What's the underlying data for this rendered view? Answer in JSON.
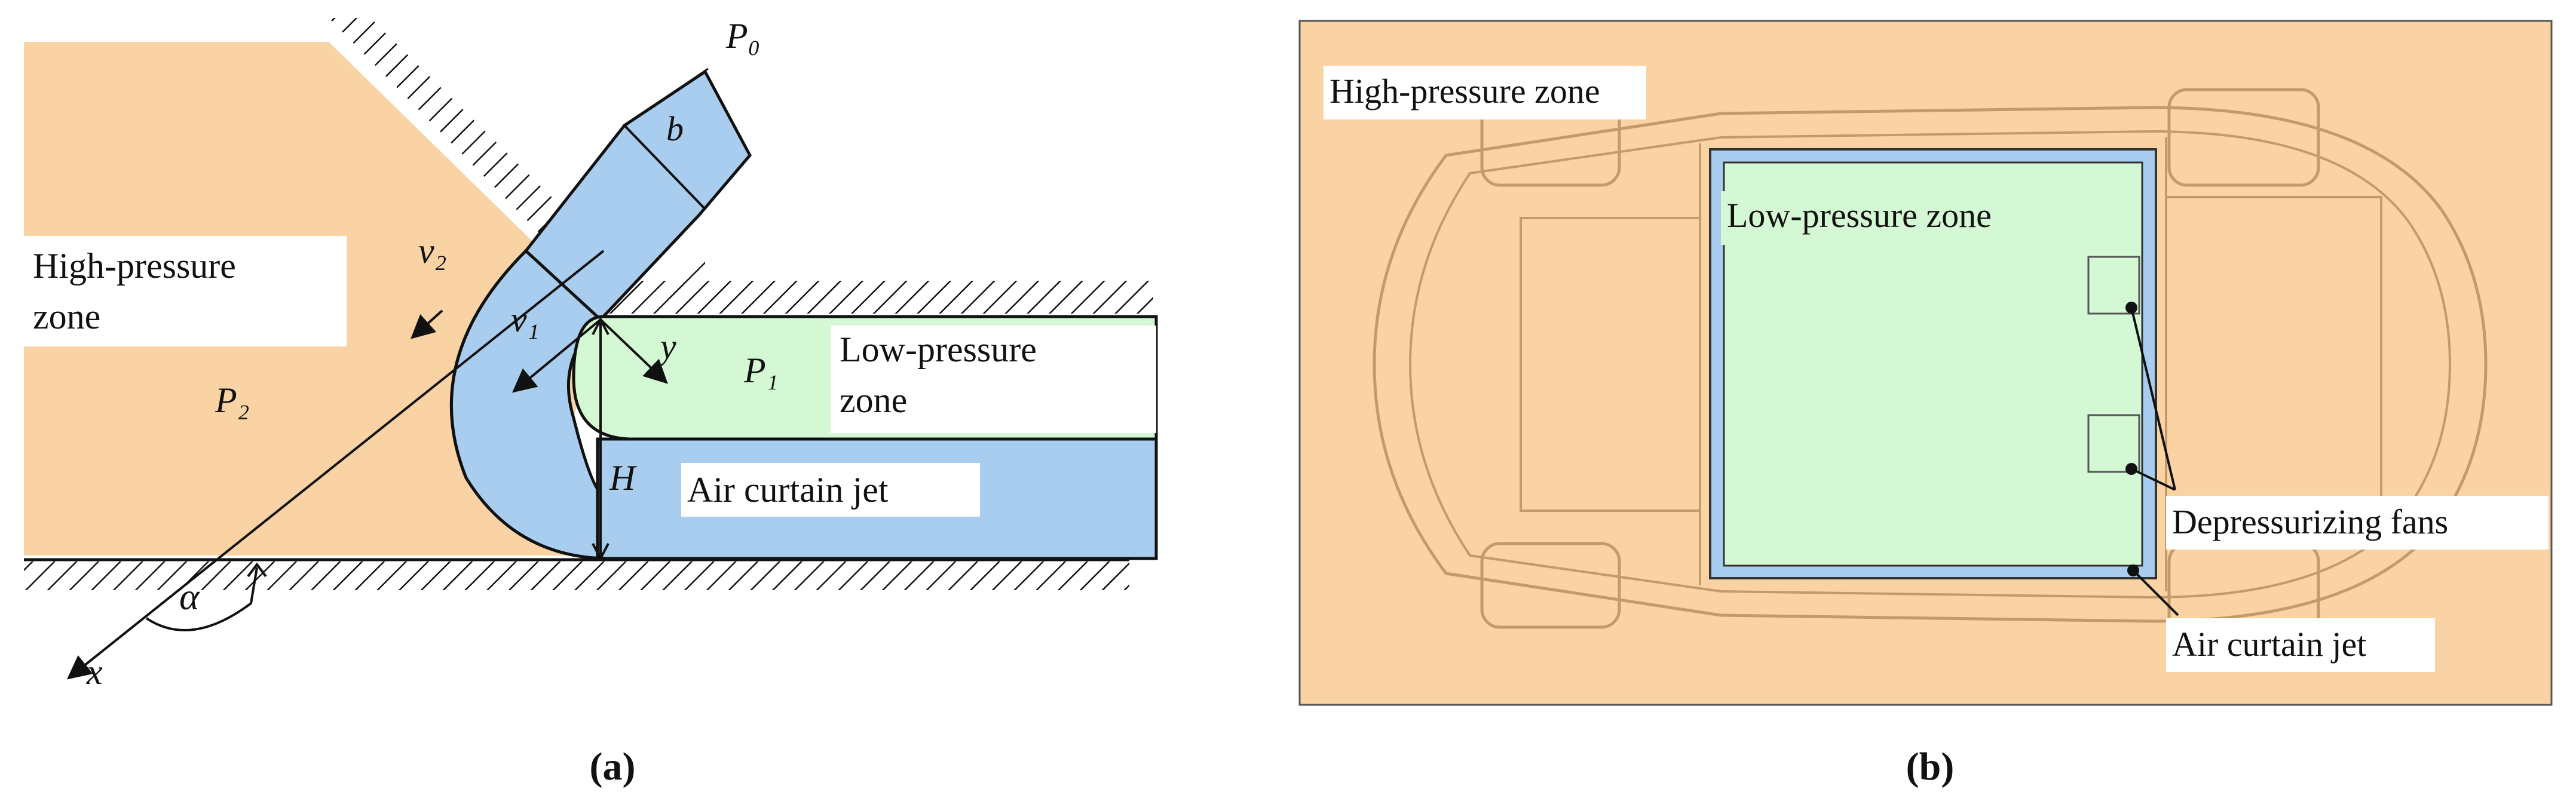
{
  "colors": {
    "high_pressure": "#F9D3A4",
    "jet": "#A9CDEE",
    "low_pressure": "#D3F8D3",
    "outline": "#111111"
  },
  "panel_a": {
    "caption": "(a)",
    "labels": {
      "high_pressure_zone_line1": "High-pressure",
      "high_pressure_zone_line2": "zone",
      "low_pressure_zone_line1": "Low-pressure",
      "low_pressure_zone_line2": "zone",
      "air_curtain_jet": "Air curtain jet"
    },
    "symbols": {
      "p0": "P₀",
      "p1": "P₁",
      "p2": "P₂",
      "b": "b",
      "v1": "v₁",
      "v2": "v₂",
      "y": "y",
      "H": "H",
      "alpha": "α",
      "x": "x"
    }
  },
  "panel_b": {
    "caption": "(b)",
    "labels": {
      "high_pressure_zone": "High-pressure zone",
      "low_pressure_zone": "Low-pressure zone",
      "depressurizing_fans": "Depressurizing fans",
      "air_curtain_jet": "Air curtain jet"
    }
  }
}
